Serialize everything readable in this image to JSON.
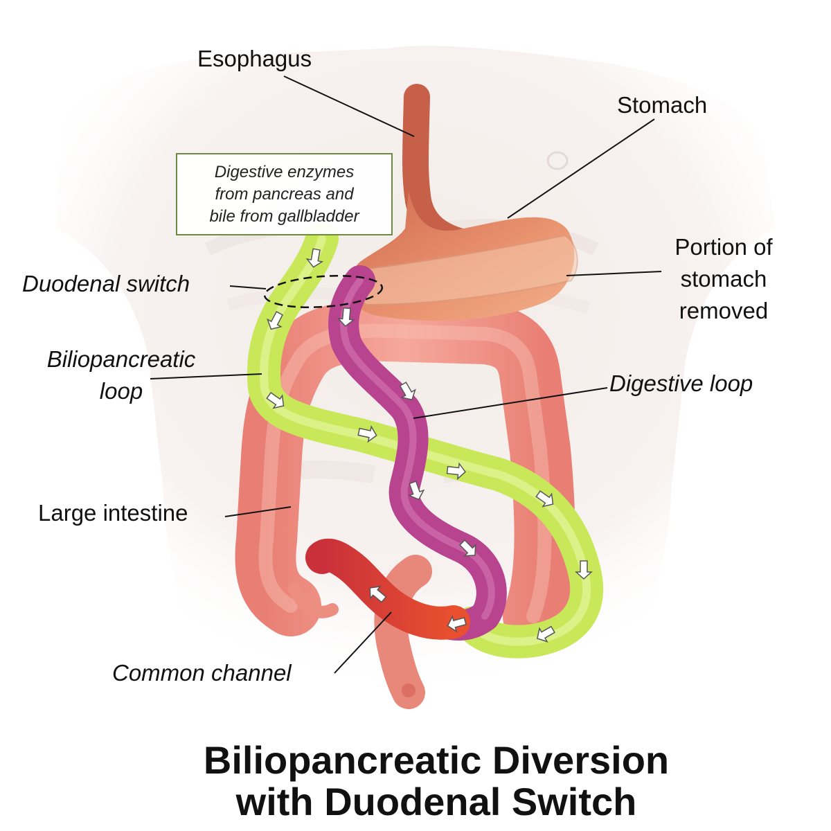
{
  "labels": {
    "esophagus": "Esophagus",
    "stomach": "Stomach",
    "portion_removed": "Portion of stomach removed",
    "callout": "Digestive enzymes\nfrom pancreas and\nbile from gallbladder",
    "duodenal_switch": "Duodenal switch",
    "biliopancreatic_loop": "Biliopancreatic loop",
    "digestive_loop": "Digestive loop",
    "large_intestine": "Large intestine",
    "common_channel": "Common channel"
  },
  "title": "Biliopancreatic Diversion\nwith Duodenal Switch",
  "colors": {
    "biliopancreatic_loop": "#c8e85a",
    "digestive_loop": "#b8438f",
    "common_channel": "#e2443c",
    "large_intestine": "#ef8f83",
    "stomach": "#e78c68",
    "callout_border": "#6d8a3f"
  }
}
